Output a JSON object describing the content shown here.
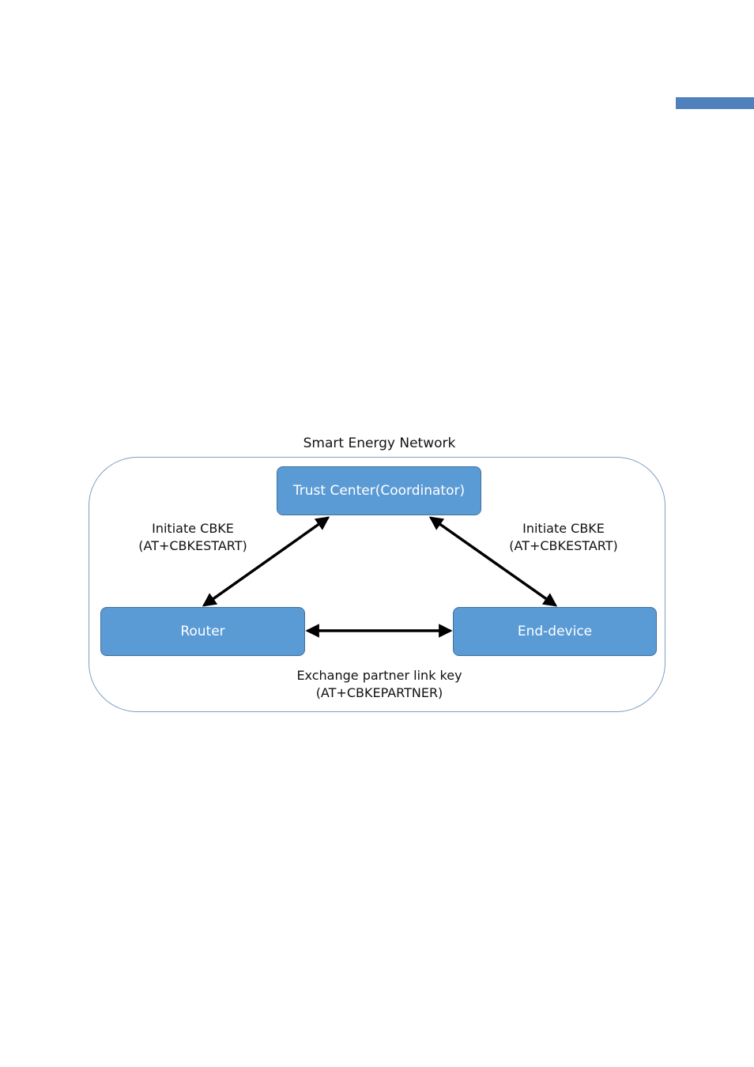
{
  "colors": {
    "accent_bar": "#4f81bd",
    "node_fill": "#5b9bd5",
    "node_border": "#41719c",
    "boundary": "#7f9fc6"
  },
  "diagram": {
    "title": "Smart Energy Network",
    "nodes": {
      "trust_center": "Trust Center(Coordinator)",
      "router": "Router",
      "end_device": "End-device"
    },
    "edges": {
      "router_trust_center": {
        "line1": "Initiate CBKE",
        "line2": "(AT+CBKESTART)"
      },
      "end_device_trust_center": {
        "line1": "Initiate CBKE",
        "line2": "(AT+CBKESTART)"
      },
      "router_end_device": {
        "line1": "Exchange partner link key",
        "line2": "(AT+CBKEPARTNER)"
      }
    }
  }
}
